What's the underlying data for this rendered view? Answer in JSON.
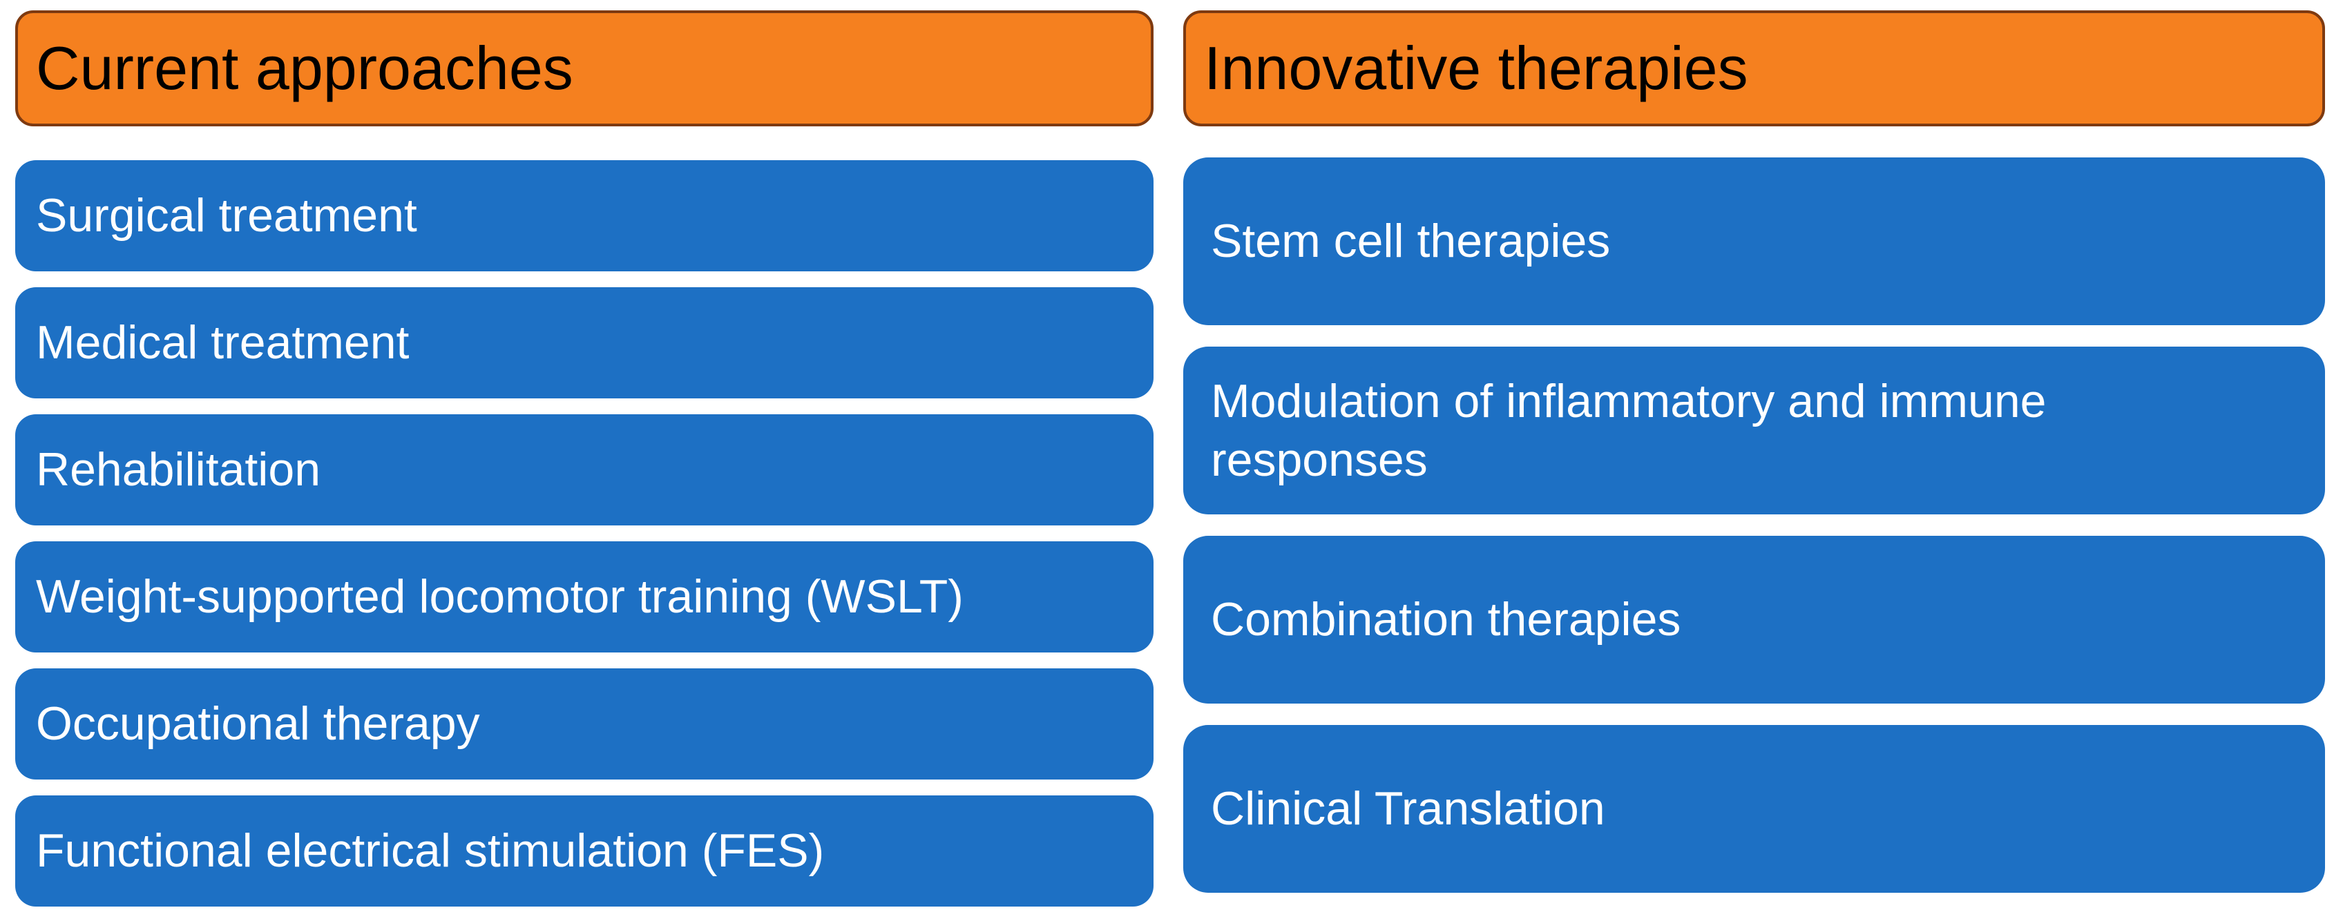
{
  "figure": {
    "columns": [
      {
        "id": "current-approaches",
        "header": "Current approaches",
        "items": [
          "Surgical treatment",
          "Medical treatment",
          "Rehabilitation",
          "Weight-supported locomotor training (WSLT)",
          "Occupational therapy",
          "Functional electrical stimulation (FES)"
        ]
      },
      {
        "id": "innovative-therapies",
        "header": "Innovative therapies",
        "items": [
          "Stem cell therapies",
          "Modulation of inflammatory and immune responses",
          "Combination therapies",
          "Clinical Translation"
        ]
      }
    ]
  },
  "colors": {
    "background": "#FFFFFF",
    "header_fill": "#F5801F",
    "header_border": "#7E3A10",
    "header_text": "#000000",
    "item_fill": "#1D70C4",
    "item_text": "#FFFFFF"
  }
}
